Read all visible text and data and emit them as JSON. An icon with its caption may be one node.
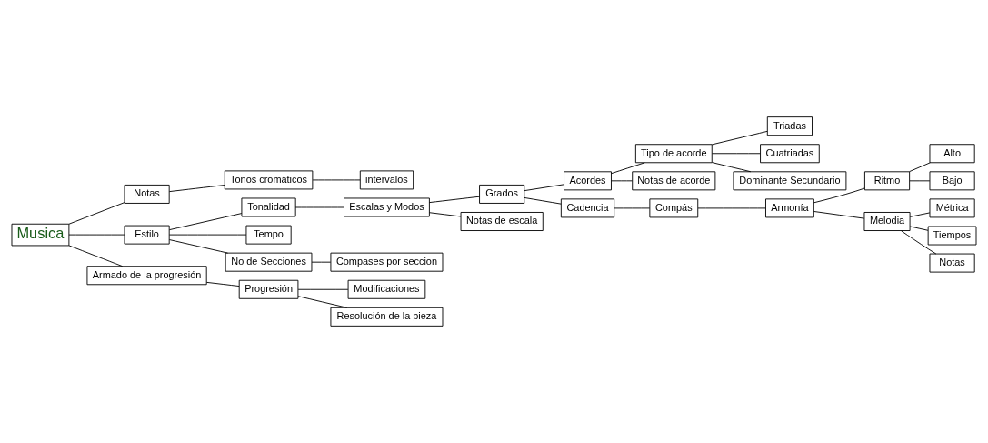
{
  "diagram": {
    "nodes": [
      {
        "text": [
          "Musica"
        ]
      },
      {
        "text": [
          "Notas"
        ]
      },
      {
        "text": [
          "Tonos cromáticos"
        ]
      },
      {
        "text": [
          "intervalos"
        ]
      },
      {
        "text": [
          "Estilo"
        ]
      },
      {
        "text": [
          "Tonalidad"
        ]
      },
      {
        "text": [
          "Escalas y Modos"
        ]
      },
      {
        "text": [
          "Grados"
        ]
      },
      {
        "text": [
          "Acordes"
        ]
      },
      {
        "text": [
          "Tipo de acorde"
        ]
      },
      {
        "text": [
          "Triadas"
        ]
      },
      {
        "text": [
          "Cuatriadas"
        ]
      },
      {
        "text": [
          "Dominante Secundario"
        ]
      },
      {
        "text": [
          "Notas de acorde"
        ]
      },
      {
        "text": [
          "Cadencia"
        ]
      },
      {
        "text": [
          "Compás"
        ]
      },
      {
        "text": [
          "Armonía"
        ]
      },
      {
        "text": [
          "Ritmo"
        ]
      },
      {
        "text": [
          "Alto"
        ]
      },
      {
        "text": [
          "Bajo"
        ]
      },
      {
        "text": [
          "Melodia"
        ]
      },
      {
        "text": [
          "Métrica"
        ]
      },
      {
        "text": [
          "Tiempos"
        ]
      },
      {
        "text": [
          "Notas"
        ]
      },
      {
        "text": [
          "Notas de escala"
        ]
      },
      {
        "text": [
          "Tempo"
        ]
      },
      {
        "text": [
          "No de Secciones"
        ]
      },
      {
        "text": [
          "Compases por seccion"
        ]
      },
      {
        "text": [
          "Armado de la progresión"
        ]
      },
      {
        "text": [
          "Progresión"
        ]
      },
      {
        "text": [
          "Modificaciones"
        ]
      },
      {
        "text": [
          "Resolución de la pieza"
        ]
      }
    ],
    "edges": [
      {
        "from": 0,
        "to": 1,
        "arrow": "none"
      },
      {
        "from": 1,
        "to": 2,
        "arrow": "none"
      },
      {
        "from": 2,
        "to": 3,
        "arrow": "none"
      },
      {
        "from": 0,
        "to": 4,
        "arrow": "none"
      },
      {
        "from": 4,
        "to": 5,
        "arrow": "none"
      },
      {
        "from": 5,
        "to": 6,
        "arrow": "none"
      },
      {
        "from": 6,
        "to": 7,
        "arrow": "none"
      },
      {
        "from": 7,
        "to": 8,
        "arrow": "none"
      },
      {
        "from": 8,
        "to": 9,
        "arrow": "none"
      },
      {
        "from": 9,
        "to": 10,
        "arrow": "none"
      },
      {
        "from": 9,
        "to": 11,
        "arrow": "none"
      },
      {
        "from": 9,
        "to": 12,
        "arrow": "none"
      },
      {
        "from": 8,
        "to": 13,
        "arrow": "none"
      },
      {
        "from": 7,
        "to": 14,
        "arrow": "none"
      },
      {
        "from": 14,
        "to": 15,
        "arrow": "none"
      },
      {
        "from": 15,
        "to": 16,
        "arrow": "none"
      },
      {
        "from": 16,
        "to": 17,
        "arrow": "none"
      },
      {
        "from": 17,
        "to": 18,
        "arrow": "none"
      },
      {
        "from": 17,
        "to": 19,
        "arrow": "none"
      },
      {
        "from": 16,
        "to": 20,
        "arrow": "none"
      },
      {
        "from": 20,
        "to": 21,
        "arrow": "none"
      },
      {
        "from": 20,
        "to": 22,
        "arrow": "none"
      },
      {
        "from": 20,
        "to": 23,
        "arrow": "none"
      },
      {
        "from": 6,
        "to": 24,
        "arrow": "none"
      },
      {
        "from": 4,
        "to": 25,
        "arrow": "none"
      },
      {
        "from": 4,
        "to": 26,
        "arrow": "none"
      },
      {
        "from": 26,
        "to": 27,
        "arrow": "none"
      },
      {
        "from": 0,
        "to": 28,
        "arrow": "none"
      },
      {
        "from": 28,
        "to": 29,
        "arrow": "none"
      },
      {
        "from": 29,
        "to": 30,
        "arrow": "none"
      },
      {
        "from": 29,
        "to": 31,
        "arrow": "none"
      }
    ]
  }
}
